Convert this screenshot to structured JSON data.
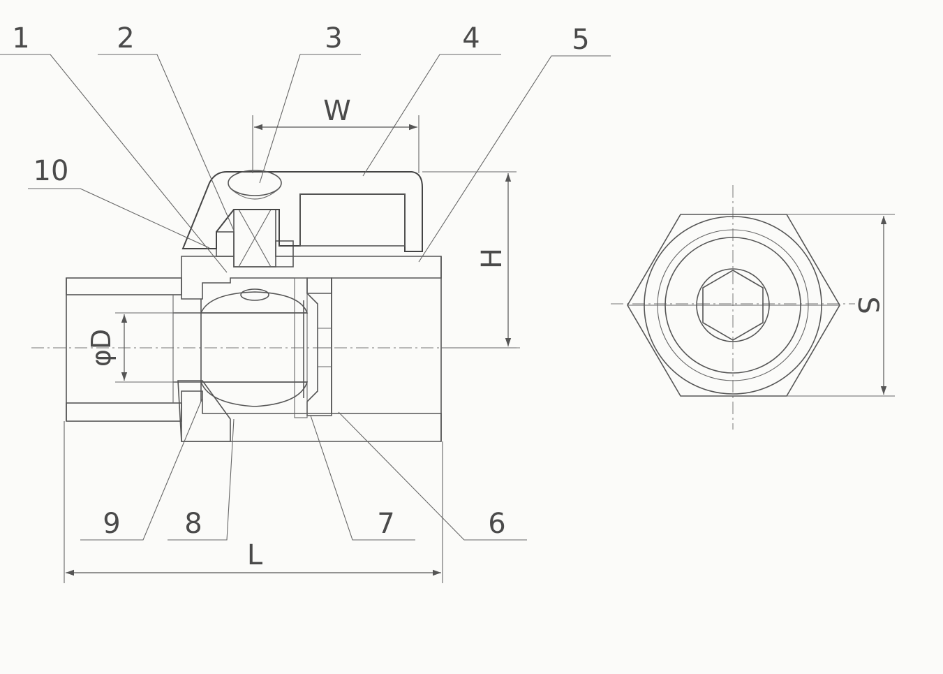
{
  "part_numbers": {
    "p1": "1",
    "p2": "2",
    "p3": "3",
    "p4": "4",
    "p5": "5",
    "p6": "6",
    "p7": "7",
    "p8": "8",
    "p9": "9",
    "p10": "10"
  },
  "dimensions": {
    "W": "W",
    "H": "H",
    "L": "L",
    "D": "φD",
    "S": "S"
  },
  "colors": {
    "line": "#555555",
    "paper": "#fbfbf9"
  }
}
